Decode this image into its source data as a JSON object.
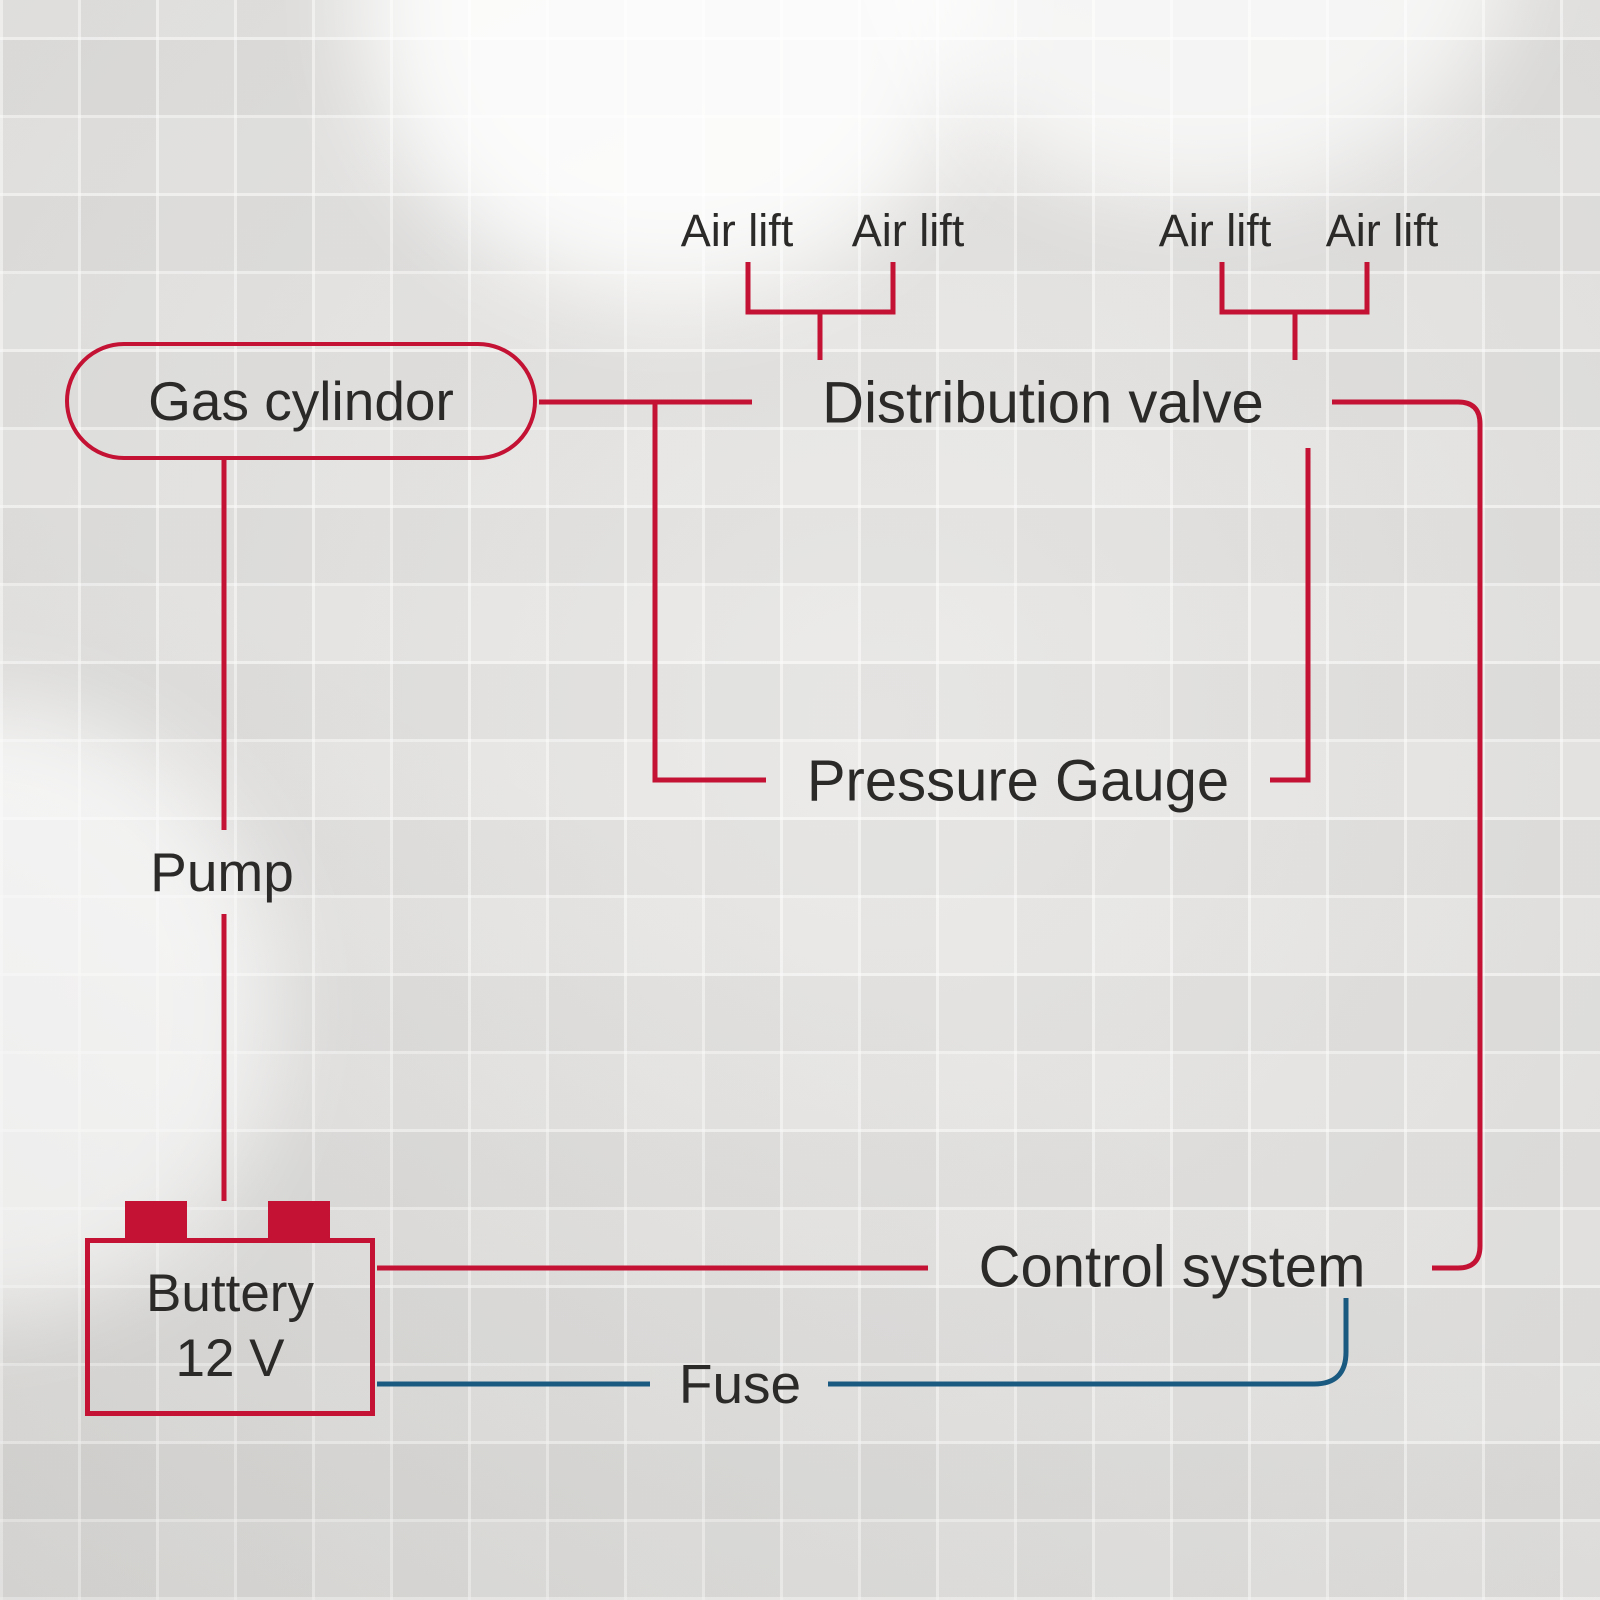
{
  "colors": {
    "accent": "#c31233",
    "blue": "#1b5a80",
    "text": "#2b2a29"
  },
  "air_lifts": [
    "Air lift",
    "Air lift",
    "Air lift",
    "Air lift"
  ],
  "nodes": {
    "gas_cylinder": "Gas cylindor",
    "distribution_valve": "Distribution valve",
    "pressure_gauge": "Pressure Gauge",
    "pump": "Pump",
    "control_system": "Control system",
    "fuse": "Fuse",
    "battery_line1": "Buttery",
    "battery_line2": "12 V"
  }
}
